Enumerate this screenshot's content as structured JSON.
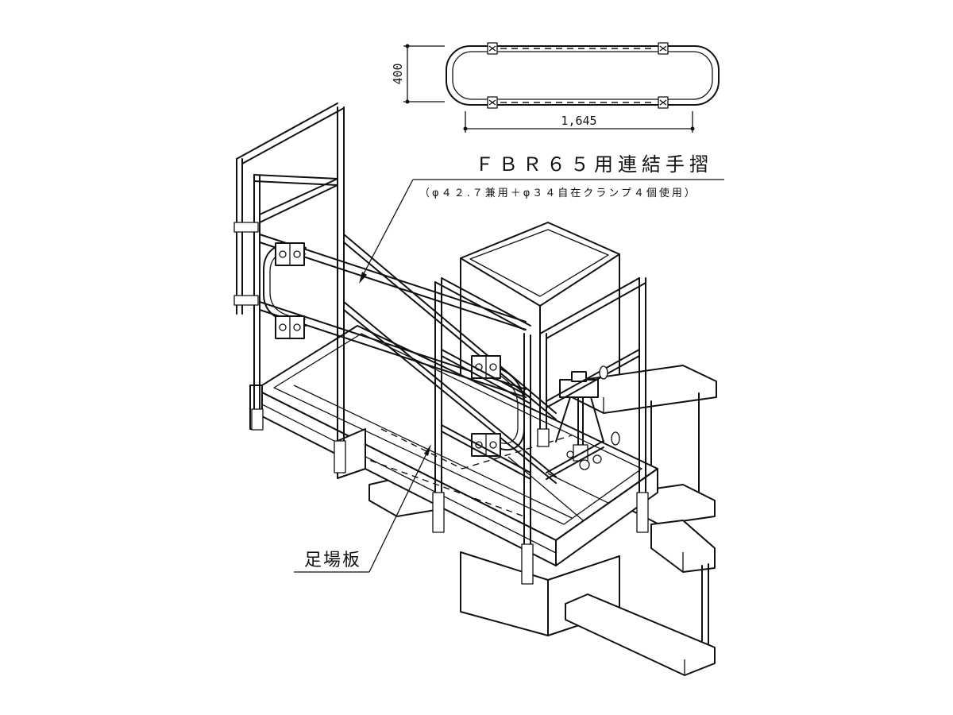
{
  "dimensions": {
    "height_label": "400",
    "width_label": "1,645"
  },
  "callouts": {
    "handrail_title": "ＦＢＲ６５用連結手摺",
    "handrail_spec": "（φ４２.７兼用＋φ３４自在クランプ４個使用）",
    "scaffold_board": "足場板"
  }
}
